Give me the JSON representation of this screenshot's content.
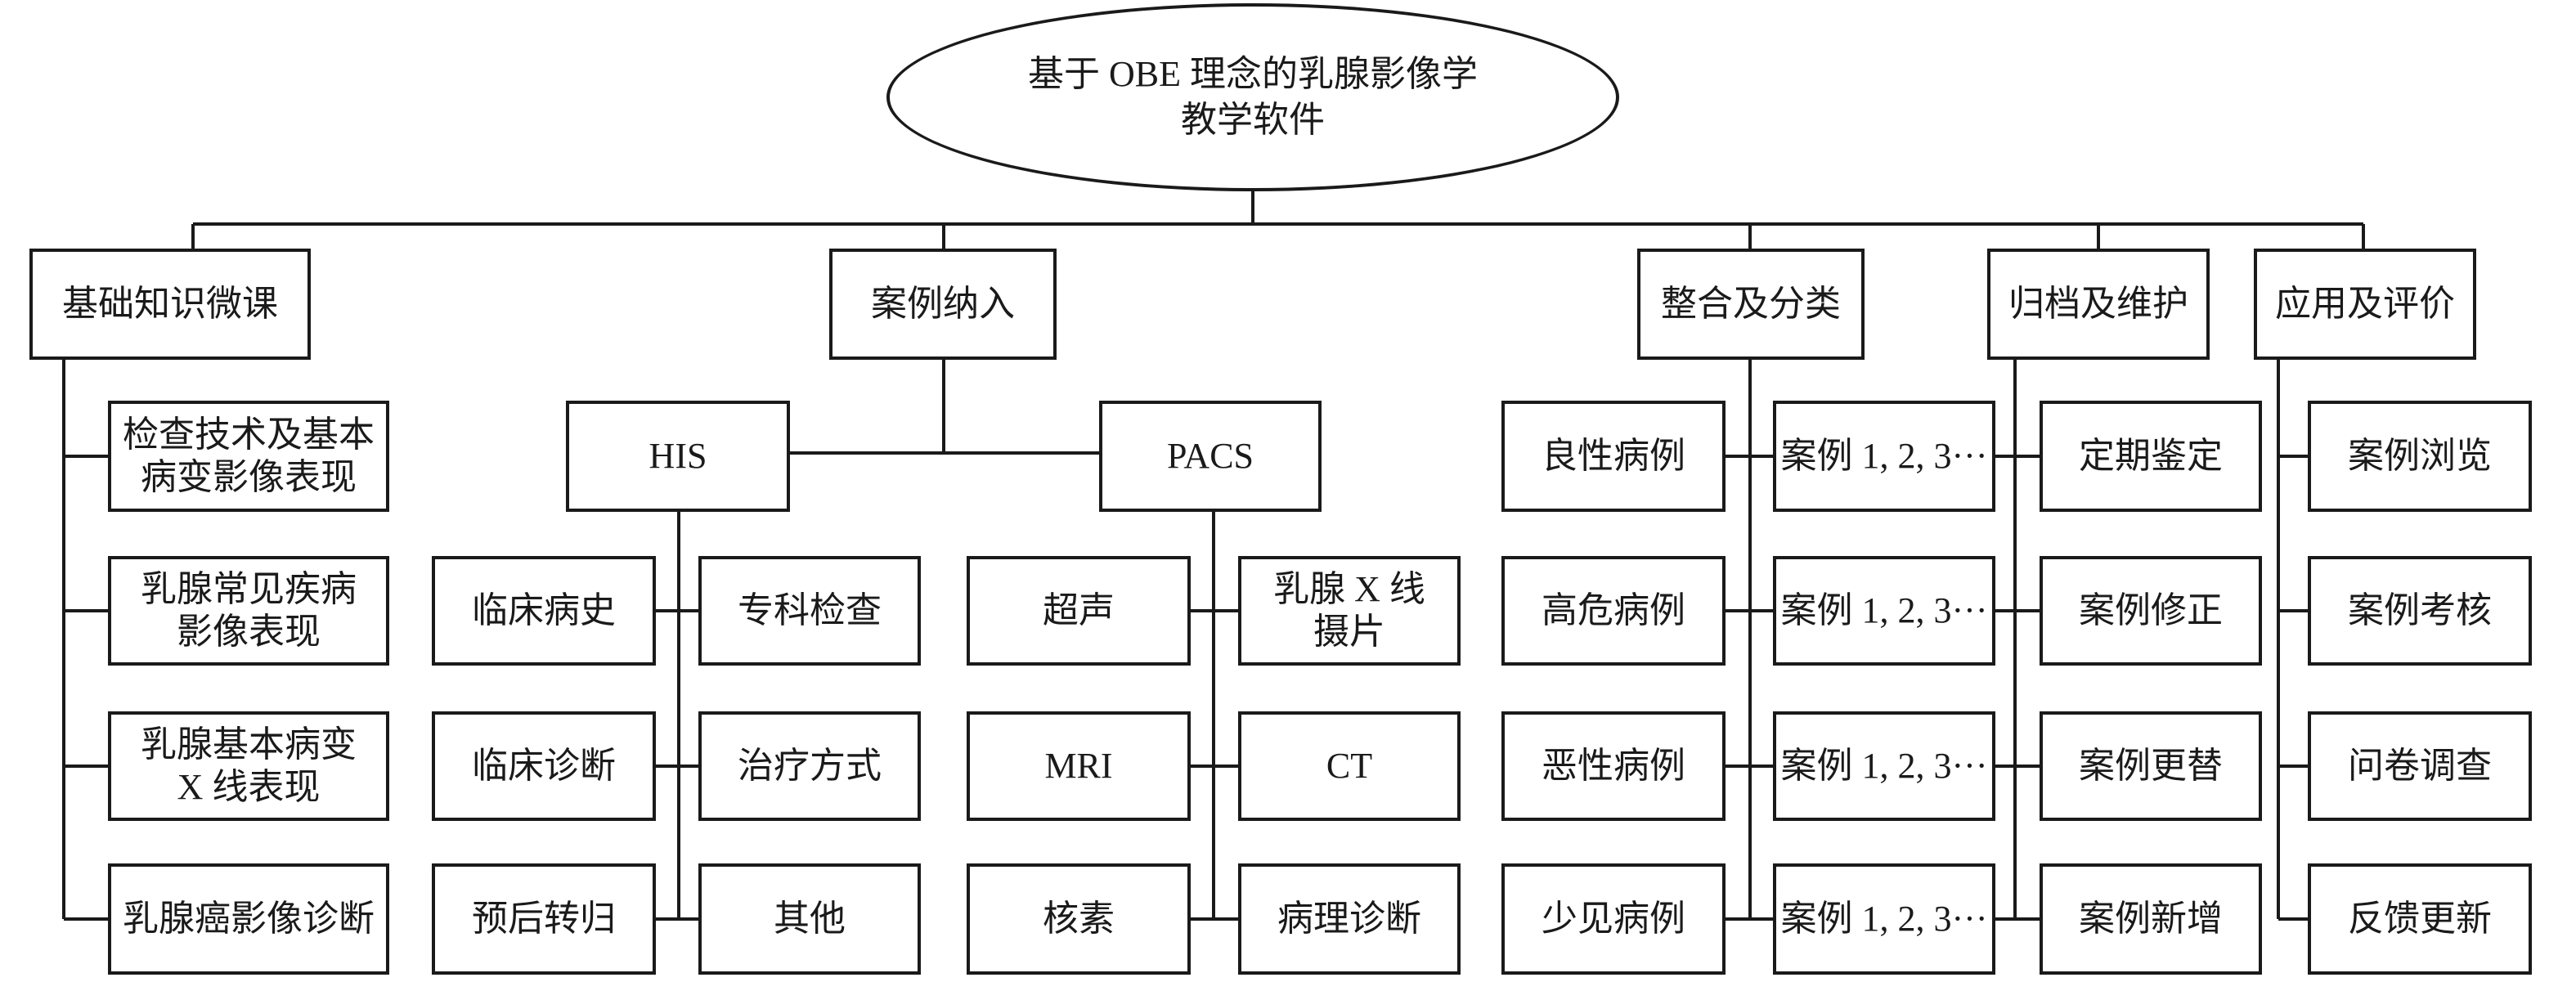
{
  "root": "基于 OBE 理念的乳腺影像学\n教学软件",
  "level1": {
    "basics": "基础知识微课",
    "cases": "案例纳入",
    "integrate": "整合及分类",
    "archive": "归档及维护",
    "apply": "应用及评价"
  },
  "basics_children": [
    "检查技术及基本\n病变影像表现",
    "乳腺常见疾病\n影像表现",
    "乳腺基本病变\nX 线表现",
    "乳腺癌影像诊断"
  ],
  "cases_children": {
    "his": "HIS",
    "pacs": "PACS",
    "his_left": [
      "临床病史",
      "临床诊断",
      "预后转归"
    ],
    "his_right": [
      "专科检查",
      "治疗方式",
      "其他"
    ],
    "pacs_left": [
      "超声",
      "MRI",
      "核素"
    ],
    "pacs_right": [
      "乳腺 X 线\n摄片",
      "CT",
      "病理诊断"
    ]
  },
  "integrate_children": {
    "categories": [
      "良性病例",
      "高危病例",
      "恶性病例",
      "少见病例"
    ],
    "cases": [
      "案例 1, 2, 3···",
      "案例 1, 2, 3···",
      "案例 1, 2, 3···",
      "案例 1, 2, 3···"
    ]
  },
  "archive_children": [
    "定期鉴定",
    "案例修正",
    "案例更替",
    "案例新增"
  ],
  "apply_children": [
    "案例浏览",
    "案例考核",
    "问卷调查",
    "反馈更新"
  ]
}
